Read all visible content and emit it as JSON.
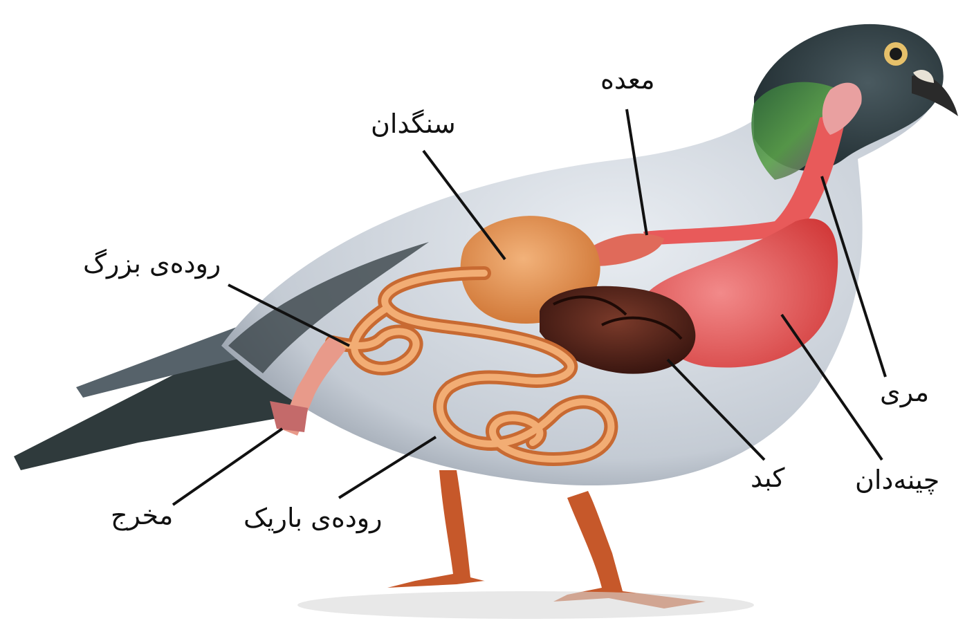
{
  "diagram": {
    "labels": {
      "gizzard": "سنگدان",
      "stomach": "معدە",
      "large_intestine": "رودەی بزرگ",
      "esophagus": "مری",
      "crop": "چینەدان",
      "liver": "کبد",
      "small_intestine": "رودەی باریک",
      "cloaca": "مخرج"
    }
  }
}
